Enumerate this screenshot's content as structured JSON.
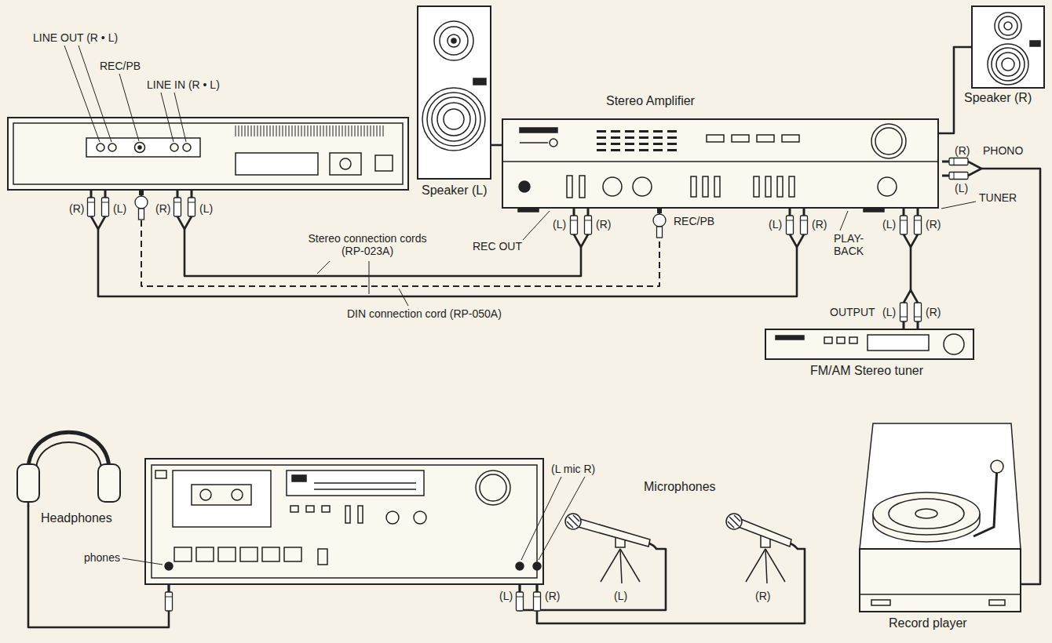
{
  "diagram": {
    "nodes": [
      {
        "text": [
          "LINE OUT (R • L)",
          "REC/PB",
          "LINE IN (R • L)"
        ]
      },
      {
        "text": [
          "Speaker (L)"
        ]
      },
      {
        "text": [
          "Stereo Amplifier"
        ]
      },
      {
        "text": [
          "Speaker (R)"
        ]
      },
      {
        "text": [
          "FM/AM Stereo tuner"
        ]
      },
      {
        "text": [
          "Headphones"
        ]
      },
      {
        "text": [
          "phones",
          "(L mic R)"
        ]
      },
      {
        "text": [
          "(L)"
        ]
      },
      {
        "text": [
          "(R)"
        ]
      },
      {
        "text": [
          "Record player"
        ]
      }
    ],
    "edges": [
      {
        "from": 0,
        "to": 2,
        "arrow": "none"
      },
      {
        "from": 0,
        "to": 2,
        "arrow": "none"
      },
      {
        "from": 0,
        "to": 2,
        "arrow": "none"
      },
      {
        "from": 1,
        "to": 2,
        "arrow": "none"
      },
      {
        "from": 2,
        "to": 3,
        "arrow": "none"
      },
      {
        "from": 4,
        "to": 2,
        "arrow": "none"
      },
      {
        "from": 9,
        "to": 2,
        "arrow": "none"
      },
      {
        "from": 5,
        "to": 6,
        "arrow": "none"
      },
      {
        "from": 7,
        "to": 6,
        "arrow": "none"
      },
      {
        "from": 8,
        "to": 6,
        "arrow": "none"
      }
    ],
    "labels": [
      "(R)",
      "(L)",
      "(R)",
      "(L)",
      "Stereo connection cords (RP-023A)",
      "DIN connection cord (RP-050A)",
      "REC OUT",
      "(L)",
      "(R)",
      "REC/PB",
      "(L)",
      "(R)",
      "PLAY- BACK",
      "(L)",
      "(R)",
      "PHONO",
      "(R)",
      "(L)",
      "TUNER",
      "OUTPUT",
      "(L)",
      "(R)",
      "Microphones",
      "(L)",
      "(R)"
    ]
  }
}
